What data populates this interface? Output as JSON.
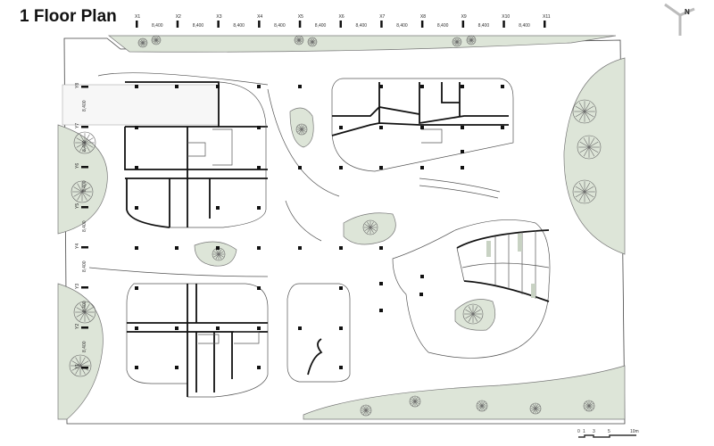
{
  "title": "1 Floor Plan",
  "north_label": "N",
  "grid_x": [
    "X1",
    "X2",
    "X3",
    "X4",
    "X5",
    "X6",
    "X7",
    "X8",
    "X9",
    "X10",
    "X11"
  ],
  "grid_y": [
    "Y8",
    "Y7",
    "Y6",
    "Y5",
    "Y4",
    "Y3",
    "Y2",
    "Y1"
  ],
  "spacing_label": "8,400",
  "scale_bar": {
    "ticks": [
      "0",
      "1",
      "3",
      "5",
      "10m"
    ]
  },
  "colors": {
    "landscape": "#dde5d8",
    "wall": "#111111"
  }
}
